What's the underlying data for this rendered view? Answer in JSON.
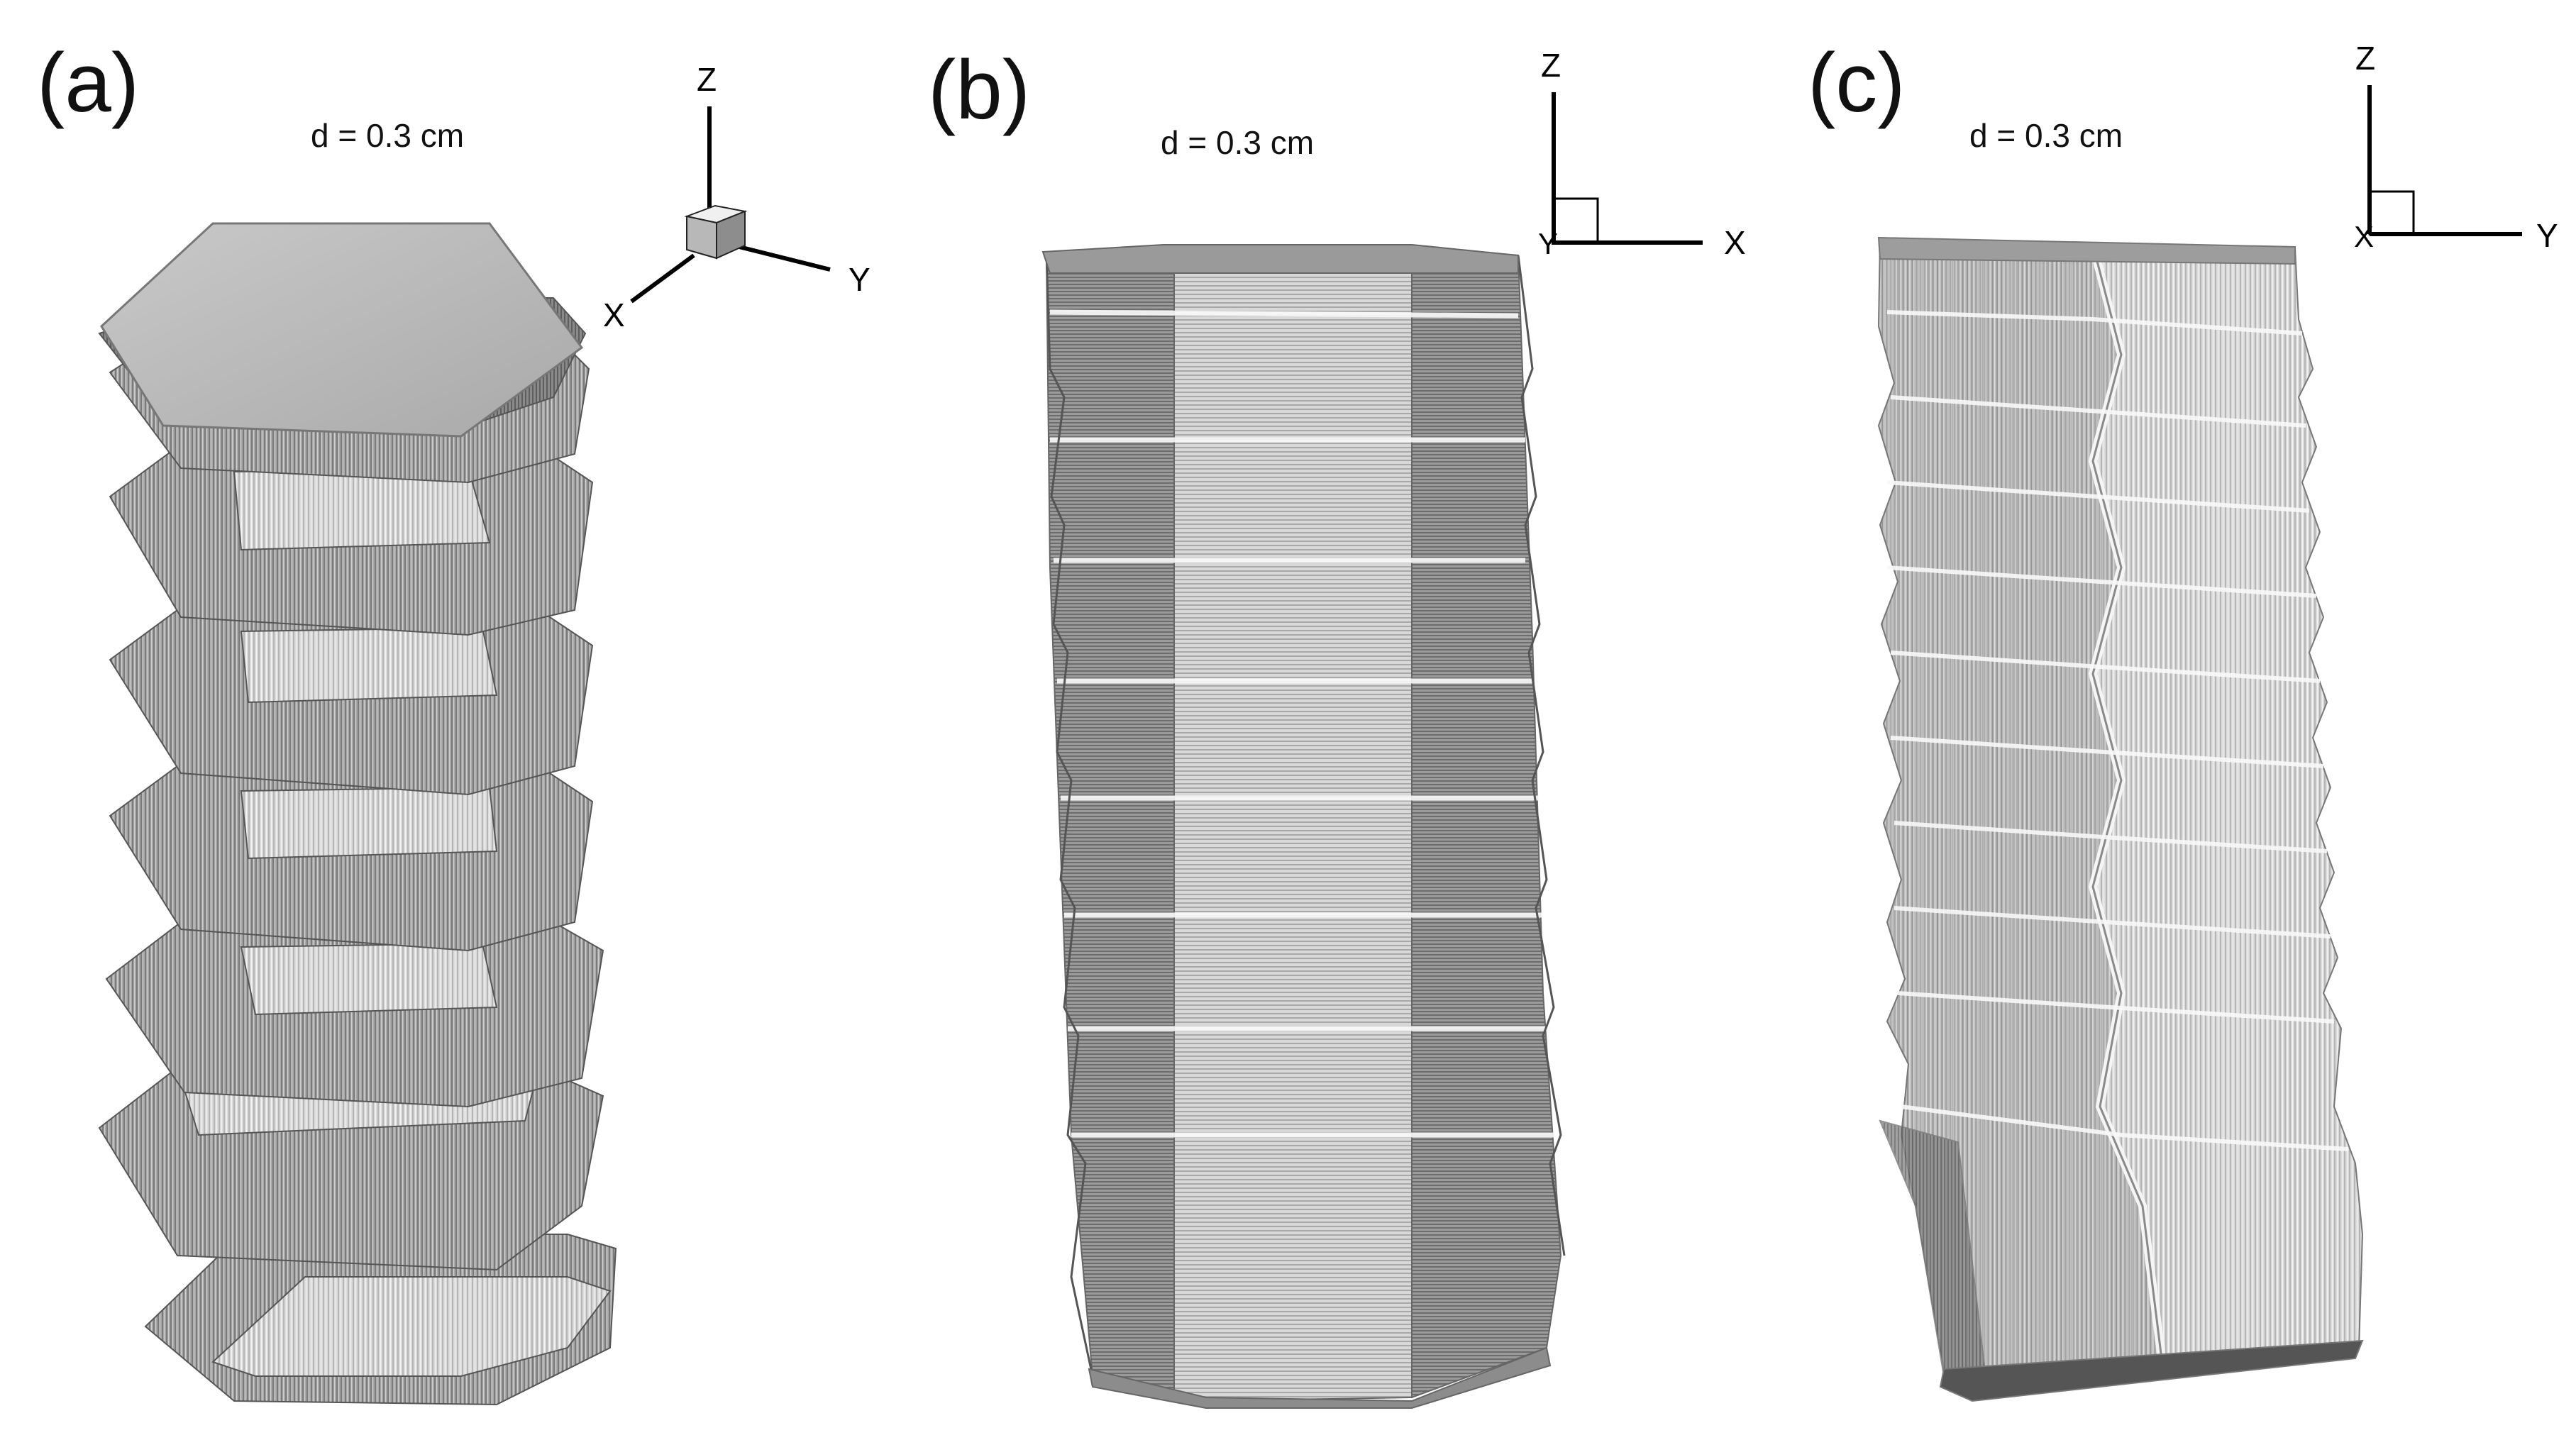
{
  "panels": [
    {
      "letter": "(a)",
      "caption": "d = 0.3 cm",
      "view": "isometric",
      "axes": {
        "up": "Z",
        "left": "X",
        "right": "Y"
      }
    },
    {
      "letter": "(b)",
      "caption": "d = 0.3 cm",
      "view": "front",
      "axes": {
        "up": "Z",
        "right": "X",
        "hidden": "Y"
      }
    },
    {
      "letter": "(c)",
      "caption": "d = 0.3 cm",
      "view": "side",
      "axes": {
        "up": "Z",
        "right": "Y",
        "hidden": "X"
      }
    }
  ],
  "colors": {
    "background": "#ffffff",
    "surface_light": "#e2e2e2",
    "surface_mid": "#a4a4a4",
    "surface_dark": "#6e6e6e",
    "axis": "#000000"
  },
  "object": "twisted hexagonal tower with stepped layers",
  "layers": {
    "a": 7,
    "b": 9,
    "c": 11
  }
}
